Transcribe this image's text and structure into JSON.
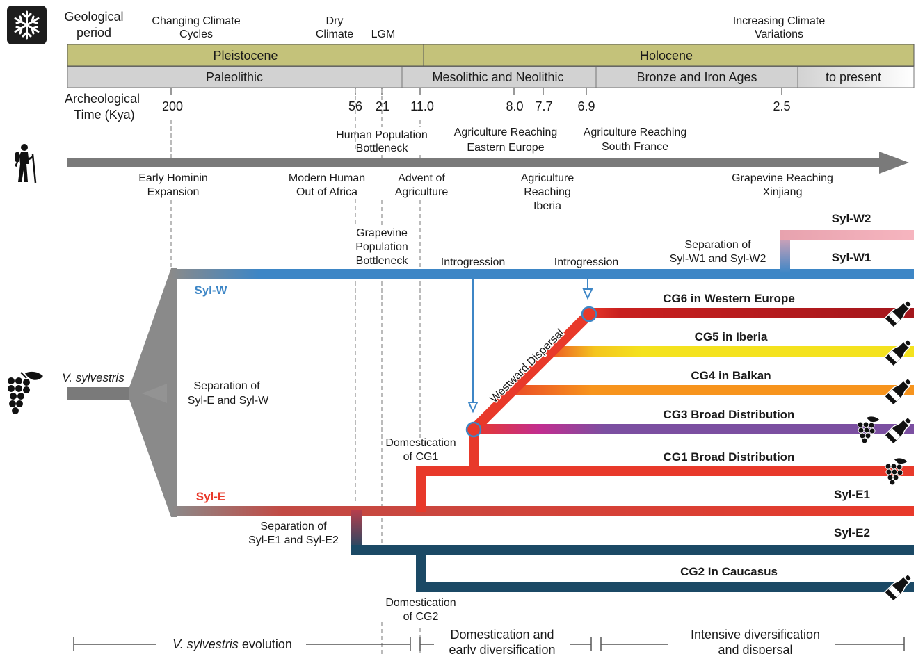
{
  "header": {
    "geological_label": [
      "Geological",
      "period"
    ],
    "archeological_label": [
      "Archeological",
      "Time (Kya)"
    ]
  },
  "periods": {
    "geological": [
      "Pleistocene",
      "Holocene"
    ],
    "archeological": [
      "Paleolithic",
      "Mesolithic and Neolithic",
      "Bronze and Iron Ages",
      "to present"
    ]
  },
  "ticks": [
    "200",
    "56",
    "21",
    "11.0",
    "8.0",
    "7.7",
    "6.9",
    "2.5"
  ],
  "climate_events": {
    "changing_cycles": [
      "Changing Climate",
      "Cycles"
    ],
    "dry_climate": [
      "Dry",
      "Climate"
    ],
    "lgm": "LGM",
    "increasing_variations": [
      "Increasing Climate",
      "Variations"
    ]
  },
  "human_events": {
    "above": {
      "bottleneck": [
        "Human Population",
        "Bottleneck"
      ],
      "eastern_europe": [
        "Agriculture Reaching",
        "Eastern Europe"
      ],
      "south_france": [
        "Agriculture Reaching",
        "South France"
      ]
    },
    "below": {
      "hominin": [
        "Early Hominin",
        "Expansion"
      ],
      "out_of_africa": [
        "Modern Human",
        "Out of Africa"
      ],
      "agriculture": [
        "Advent of",
        "Agriculture"
      ],
      "iberia": [
        "Agriculture",
        "Reaching",
        "Iberia"
      ],
      "xinjiang": [
        "Grapevine Reaching",
        "Xinjiang"
      ]
    }
  },
  "evolution": {
    "root": "V. sylvestris",
    "syl_w": "Syl-W",
    "syl_e": "Syl-E",
    "sep_e_w": [
      "Separation of",
      "Syl-E and Syl-W"
    ],
    "grapevine_bottleneck": [
      "Grapevine",
      "Population",
      "Bottleneck"
    ],
    "introgression": "Introgression",
    "sep_w1_w2": [
      "Separation of",
      "Syl-W1 and Syl-W2"
    ],
    "westward": "Westward Dispersal",
    "domestication_cg1": [
      "Domestication",
      "of CG1"
    ],
    "domestication_cg2": [
      "Domestication",
      "of CG2"
    ],
    "sep_e1_e2": [
      "Separation of",
      "Syl-E1 and Syl-E2"
    ]
  },
  "branches": {
    "syl_w2": "Syl-W2",
    "syl_w1": "Syl-W1",
    "cg6": "CG6 in Western Europe",
    "cg5": "CG5 in Iberia",
    "cg4": "CG4 in Balkan",
    "cg3": "CG3 Broad Distribution",
    "cg1": "CG1 Broad Distribution",
    "syl_e1": "Syl-E1",
    "syl_e2": "Syl-E2",
    "cg2": "CG2 In Caucasus"
  },
  "phases": {
    "p1_prefix": "V. sylvestris",
    "p1_suffix": "evolution",
    "p2": [
      "Domestication and",
      "early diversification"
    ],
    "p3": [
      "Intensive diversification",
      "and dispersal"
    ]
  },
  "icons": [
    "snowflake-icon",
    "hiker-icon",
    "grape-icon",
    "wine-bottle-icon"
  ],
  "colors": {
    "pleistocene": "#c4c27a",
    "archeo": "#d2d2d2",
    "syl_w": "#3d86c6",
    "syl_w2": "#f0a8b4",
    "syl_e": "#e8392a",
    "cg6": "#a3161c",
    "cg5": "#f4e21e",
    "cg4": "#f7941d",
    "cg3": "#7b4fa1",
    "cg2": "#1b4965",
    "arrow": "#7a7a7a"
  }
}
